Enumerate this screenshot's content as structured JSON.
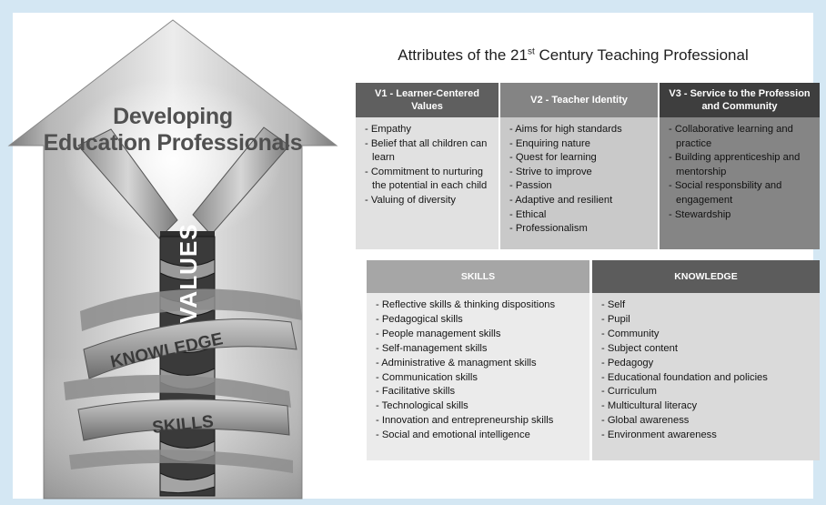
{
  "arrow": {
    "title_line1": "Developing",
    "title_line2": "Education Professionals",
    "label_values": "VALUES",
    "label_knowledge": "KNOWLEDGE",
    "label_skills": "SKILLS"
  },
  "title": {
    "prefix": "Attributes of the 21",
    "superscript": "st",
    "suffix": " Century Teaching Professional"
  },
  "values": [
    {
      "heading": "V1 - Learner-Centered Values",
      "items": [
        "Empathy",
        "Belief that all children can learn",
        "Commitment to nurturing the potential in each child",
        "Valuing of diversity"
      ]
    },
    {
      "heading": "V2 - Teacher Identity",
      "items": [
        "Aims for high standards",
        "Enquiring nature",
        "Quest for learning",
        "Strive to improve",
        "Passion",
        "Adaptive and resilient",
        "Ethical",
        "Professionalism"
      ]
    },
    {
      "heading": "V3 - Service to the Profession and Community",
      "items": [
        "Collaborative learning and practice",
        "Building apprenticeship and mentorship",
        "Social responsbility and engagement",
        "Stewardship"
      ]
    }
  ],
  "skills": {
    "heading": "SKILLS",
    "items": [
      "Reflective skills & thinking dispositions",
      "Pedagogical skills",
      "People management skills",
      "Self-management skills",
      "Administrative & managment skills",
      "Communication skills",
      "Facilitative skills",
      "Technological skills",
      "Innovation and entrepreneurship skills",
      "Social and emotional intelligence"
    ]
  },
  "knowledge": {
    "heading": "KNOWLEDGE",
    "items": [
      "Self",
      "Pupil",
      "Community",
      "Subject content",
      "Pedagogy",
      "Educational foundation and policies",
      "Curriculum",
      "Multicultural literacy",
      "Global awareness",
      "Environment awareness"
    ]
  },
  "colors": {
    "background": "#d4e7f3",
    "v1_header": "#5f5f5f",
    "v2_header": "#848484",
    "v3_header": "#3e3e3e",
    "skills_header": "#a6a6a6",
    "knowledge_header": "#5c5c5c"
  }
}
